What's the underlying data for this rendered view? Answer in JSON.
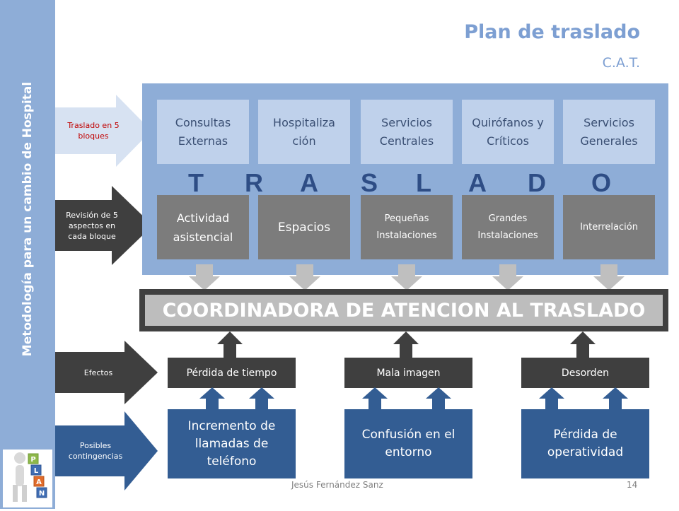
{
  "sidebar": {
    "vertical_title": "Metodología para un cambio de Hospital"
  },
  "header": {
    "title": "Plan de traslado",
    "subtitle": "C.A.T."
  },
  "left_arrows": [
    {
      "label": "Traslado en 5 bloques",
      "color": "#d7e2f2",
      "text_color": "#c00000"
    },
    {
      "label": "Revisión de 5 aspectos en cada bloque",
      "color": "#3f3f3f",
      "text_color": "#ffffff"
    },
    {
      "label": "Efectos",
      "color": "#3f3f3f",
      "text_color": "#ffffff"
    },
    {
      "label": "Posibles contingencias",
      "color": "#335d93",
      "text_color": "#ffffff"
    }
  ],
  "blocks": [
    "Consultas Externas",
    "Hospitaliza ción",
    "Servicios Centrales",
    "Quirófanos y Críticos",
    "Servicios Generales"
  ],
  "traslado_letters": [
    "T",
    "R",
    "A",
    "S",
    "L",
    "A",
    "D",
    "O"
  ],
  "aspects": [
    "Actividad asistencial",
    "Espacios",
    "Pequeñas Instalaciones",
    "Grandes Instalaciones",
    "Interrelación"
  ],
  "coordinadora": "COORDINADORA DE ATENCION AL TRASLADO",
  "effects": [
    "Pérdida de tiempo",
    "Mala imagen",
    "Desorden"
  ],
  "contingencies": [
    "Incremento de llamadas de teléfono",
    "Confusión en el entorno",
    "Pérdida de operatividad"
  ],
  "footer": {
    "author": "Jesús Fernández Sanz",
    "page": "14"
  },
  "logo": {
    "letters": [
      "P",
      "L",
      "A",
      "N"
    ]
  },
  "colors": {
    "accent": "#7d9fd2",
    "panel": "#8eadd7",
    "light_box": "#bfd1eb",
    "gray_box": "#7c7c7c",
    "dark": "#3f3f3f",
    "navy": "#335d93",
    "traslado_text": "#2e4d85"
  }
}
